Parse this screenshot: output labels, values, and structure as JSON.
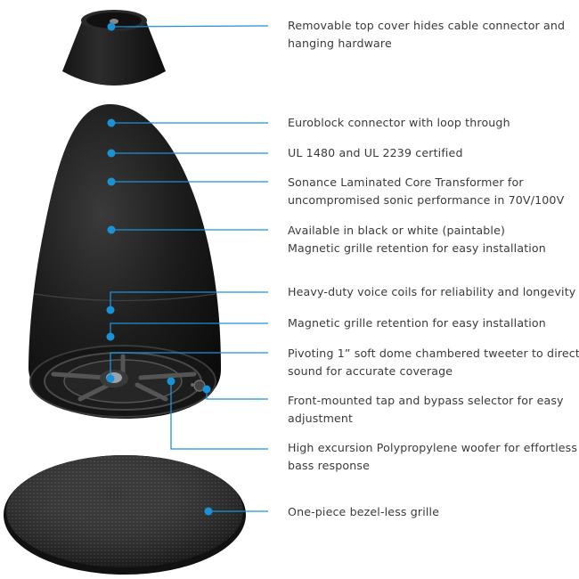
{
  "accent_color": "#1a93d6",
  "components": {
    "top_cover": "top-cover",
    "speaker_body": "pendant-speaker-body",
    "grille": "grille"
  },
  "callouts": [
    {
      "id": "top-cover",
      "lines": [
        "Removable top cover hides cable connector and",
        "hanging hardware"
      ]
    },
    {
      "id": "euroblock",
      "lines": [
        "Euroblock connector with loop through"
      ]
    },
    {
      "id": "ul-cert",
      "lines": [
        "UL 1480 and UL 2239 certified"
      ]
    },
    {
      "id": "transformer",
      "lines": [
        "Sonance Laminated Core Transformer for",
        "uncompromised sonic performance  in 70V/100V"
      ]
    },
    {
      "id": "colors",
      "lines": [
        "Available in black or white (paintable)",
        "Magnetic grille retention for easy installation"
      ]
    },
    {
      "id": "voice-coils",
      "lines": [
        "Heavy-duty voice coils for reliability and longevity"
      ]
    },
    {
      "id": "grille-retention",
      "lines": [
        "Magnetic grille retention for easy installation"
      ]
    },
    {
      "id": "tweeter",
      "lines": [
        "Pivoting 1” soft dome chambered tweeter to direct",
        "sound for accurate coverage"
      ]
    },
    {
      "id": "tap-selector",
      "lines": [
        "Front-mounted tap and bypass selector for easy",
        "adjustment"
      ]
    },
    {
      "id": "woofer",
      "lines": [
        "High excursion Polypropylene woofer for effortless",
        "bass response"
      ]
    },
    {
      "id": "grille",
      "lines": [
        "One-piece bezel-less grille"
      ]
    }
  ]
}
